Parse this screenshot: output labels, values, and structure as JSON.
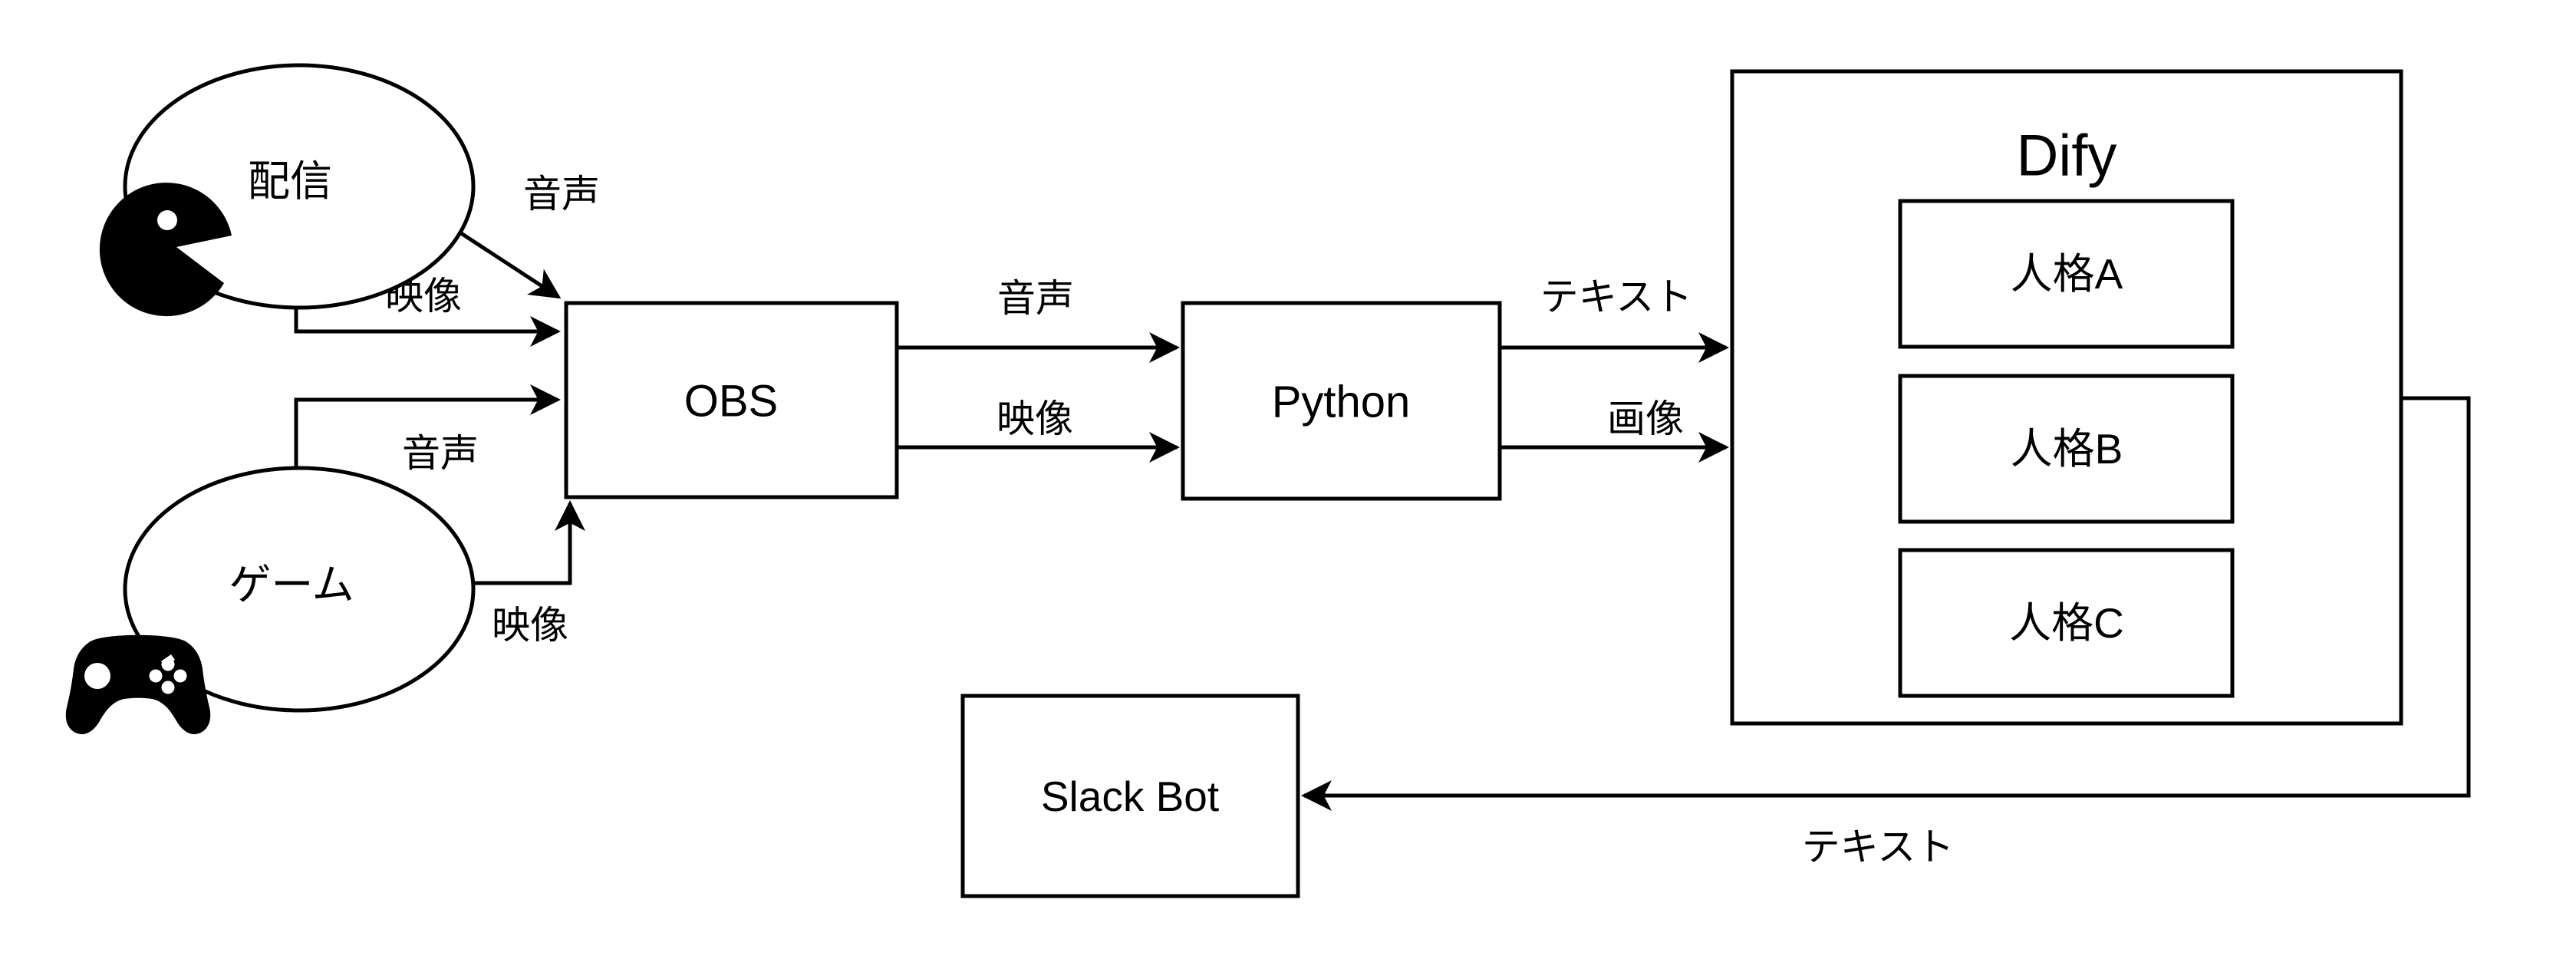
{
  "diagram": {
    "colors": {
      "ink": "#000000",
      "background": "#ffffff"
    },
    "nodes": {
      "broadcast": {
        "label": "配信",
        "shape": "ellipse",
        "icon": "pacman-icon"
      },
      "game": {
        "label": "ゲーム",
        "shape": "ellipse",
        "icon": "gamepad-icon"
      },
      "obs": {
        "label": "OBS",
        "shape": "rect"
      },
      "python": {
        "label": "Python",
        "shape": "rect"
      },
      "dify": {
        "label": "Dify",
        "shape": "container-rect"
      },
      "personas": [
        {
          "label": "人格A"
        },
        {
          "label": "人格B"
        },
        {
          "label": "人格C"
        }
      ],
      "slack_bot": {
        "label": "Slack Bot",
        "shape": "rect"
      }
    },
    "edges": {
      "broadcast_to_obs_audio": {
        "label": "音声",
        "from": "broadcast",
        "to": "obs"
      },
      "broadcast_to_obs_video": {
        "label": "映像",
        "from": "broadcast",
        "to": "obs"
      },
      "game_to_obs_audio": {
        "label": "音声",
        "from": "game",
        "to": "obs"
      },
      "game_to_obs_video": {
        "label": "映像",
        "from": "game",
        "to": "obs"
      },
      "obs_to_python_audio": {
        "label": "音声",
        "from": "obs",
        "to": "python"
      },
      "obs_to_python_video": {
        "label": "映像",
        "from": "obs",
        "to": "python"
      },
      "python_to_dify_text": {
        "label": "テキスト",
        "from": "python",
        "to": "dify"
      },
      "python_to_dify_image": {
        "label": "画像",
        "from": "python",
        "to": "dify"
      },
      "dify_to_slack_text": {
        "label": "テキスト",
        "from": "dify",
        "to": "slack_bot"
      }
    }
  }
}
